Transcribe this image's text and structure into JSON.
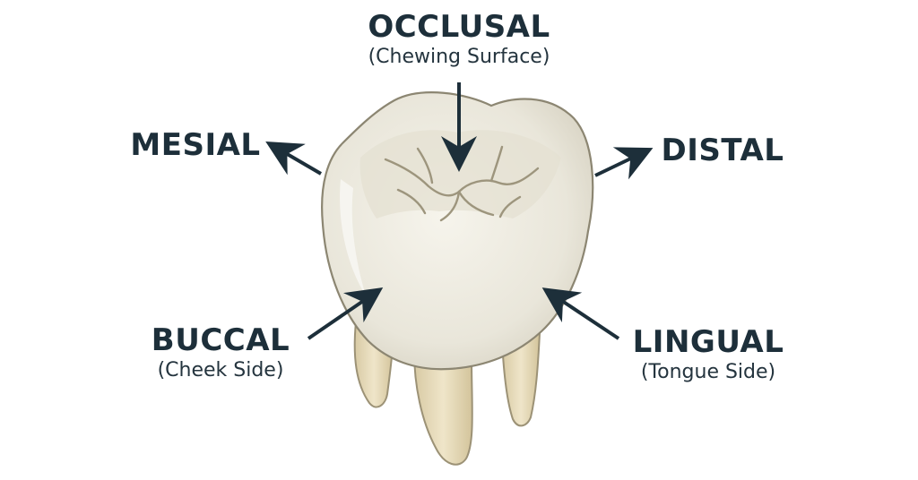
{
  "labels": {
    "occlusal": {
      "name": "OCCLUSAL",
      "description": "(Chewing Surface)"
    },
    "mesial": {
      "name": "MESIAL"
    },
    "distal": {
      "name": "DISTAL"
    },
    "buccal": {
      "name": "BUCCAL",
      "description": "(Cheek Side)"
    },
    "lingual": {
      "name": "LINGUAL",
      "description": "(Tongue Side)"
    }
  },
  "colors": {
    "label_text": "#1d2f3a",
    "arrow": "#1d2f3a",
    "enamel": "#ece9df",
    "root": "#e2d7b9",
    "outline": "#8c8672"
  }
}
